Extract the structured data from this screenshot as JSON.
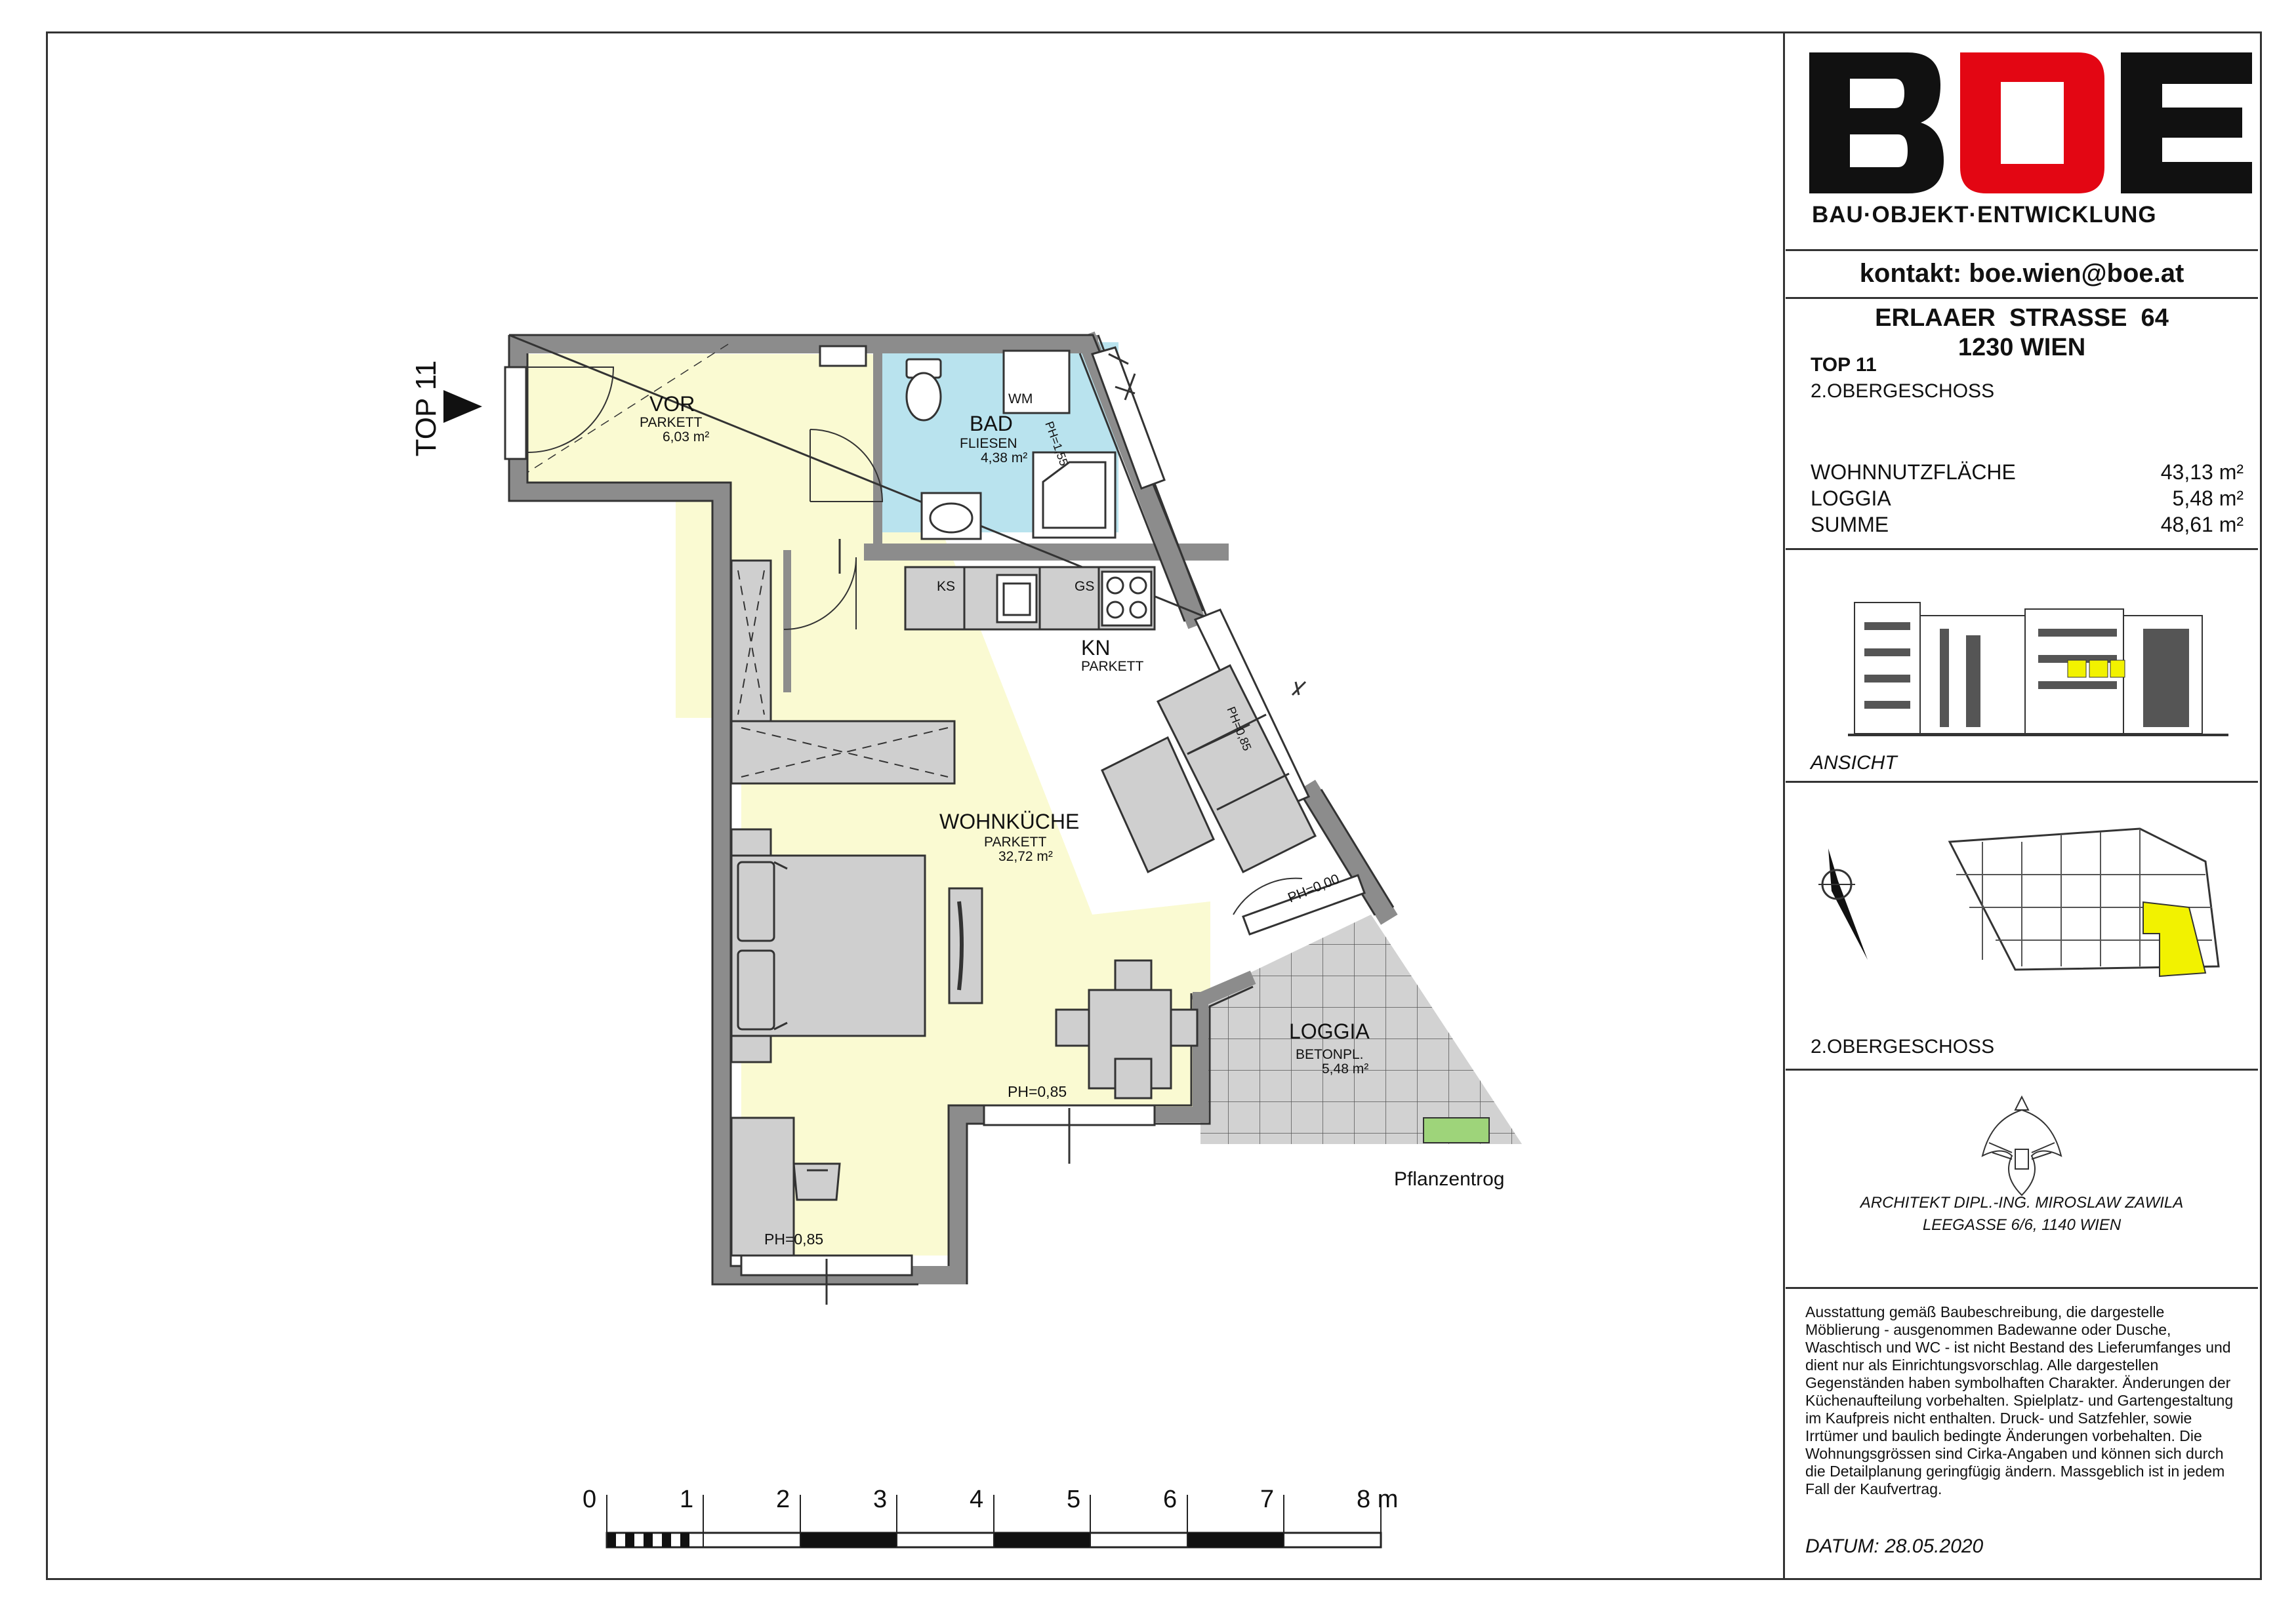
{
  "sheet": {
    "marker": "TOP 11",
    "scale_labels": [
      "0",
      "1",
      "2",
      "3",
      "4",
      "5",
      "6",
      "7",
      "8 m"
    ]
  },
  "rooms": {
    "vor": {
      "name": "VOR",
      "floor": "PARKETT",
      "area": "6,03 m²"
    },
    "bad": {
      "name": "BAD",
      "floor": "FLIESEN",
      "area": "4,38 m²"
    },
    "kn": {
      "name": "KN",
      "floor": "PARKETT"
    },
    "wohnkueche": {
      "name": "WOHNKÜCHE",
      "floor": "PARKETT",
      "area": "32,72 m²"
    },
    "loggia": {
      "name": "LOGGIA",
      "floor": "BETONPL.",
      "area": "5,48 m²"
    },
    "pflanzentrog": "Pflanzentrog"
  },
  "fixtures": {
    "wm": "WM",
    "ks": "KS",
    "gs": "GS"
  },
  "ph_marks": {
    "bad_window": "PH=1,55",
    "kn_window": "PH=0,85",
    "loggia_door": "PH=0,00",
    "south_window": "PH=0,85",
    "bottom_window": "PH=0,85"
  },
  "titleblock": {
    "logo": "BOE",
    "tagline": "BAU·OBJEKT·ENTWICKLUNG",
    "contact": "kontakt: boe.wien@boe.at",
    "address_line1": "ERLAAER  STRASSE  64",
    "address_line2": "1230 WIEN",
    "top": "TOP 11",
    "floor": "2.OBERGESCHOSS",
    "areas": [
      {
        "label": "WOHNNUTZFLÄCHE",
        "value": "43,13 m²"
      },
      {
        "label": "LOGGIA",
        "value": "5,48 m²"
      },
      {
        "label": "SUMME",
        "value": "48,61 m²"
      }
    ],
    "ansicht_label": "ANSICHT",
    "keyplan_label": "2.OBERGESCHOSS",
    "architect_line1": "ARCHITEKT DIPL.-ING. MIROSLAW ZAWILA",
    "architect_line2": "LEEGASSE 6/6, 1140 WIEN",
    "disclaimer": "Ausstattung gemäß Baubeschreibung, die dargestelle Möblierung - ausgenommen Badewanne oder Dusche, Waschtisch und WC - ist nicht Bestand des Lieferumfanges und dient nur als Einrichtungsvorschlag. Alle dargestellen Gegenständen haben symbolhaften Charakter. Änderungen der Küchenaufteilung vorbehalten. Spielplatz- und Gartengestaltung im Kaufpreis nicht enthalten. Druck- und Satzfehler, sowie Irrtümer und baulich bedingte Änderungen vorbehalten. Die Wohnungsgrössen sind Cirka-Angaben und können sich durch die Detailplanung geringfügig ändern. Massgeblich ist in jedem Fall der Kaufvertrag.",
    "date": "DATUM: 28.05.2020"
  },
  "colors": {
    "living": "#fafad2",
    "bath": "#b9e3ee",
    "wall": "#8c8c8c",
    "wall_dark": "#555555",
    "furniture": "#cfcfcf",
    "loggia": "#d0d0d0",
    "planter": "#9ed47a",
    "logo_red": "#e30613",
    "highlight": "#f2f200"
  }
}
